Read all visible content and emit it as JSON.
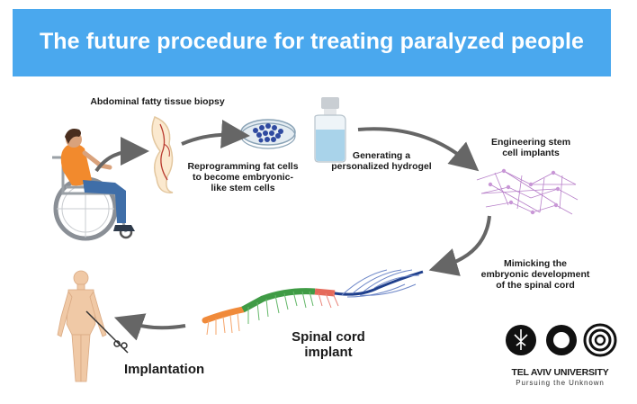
{
  "banner": {
    "title": "The future procedure for treating paralyzed people"
  },
  "steps": {
    "biopsy": "Abdominal fatty tissue biopsy",
    "reprogramming": [
      "Reprogramming fat cells",
      "to become embryonic-",
      "like stem cells"
    ],
    "hydrogel": [
      "Generating a",
      "personalized hydrogel"
    ],
    "engineering": [
      "Engineering stem",
      "cell implants"
    ],
    "mimicking": [
      "Mimicking the",
      "embryonic development",
      "of the spinal cord"
    ],
    "implant": [
      "Spinal cord",
      "implant"
    ],
    "implantation": "Implantation"
  },
  "logo": {
    "name": "TEL AVIV UNIVERSITY",
    "tagline": "Pursuing the Unknown"
  },
  "colors": {
    "banner": "#4aa8ee",
    "arrow": "#666666"
  }
}
